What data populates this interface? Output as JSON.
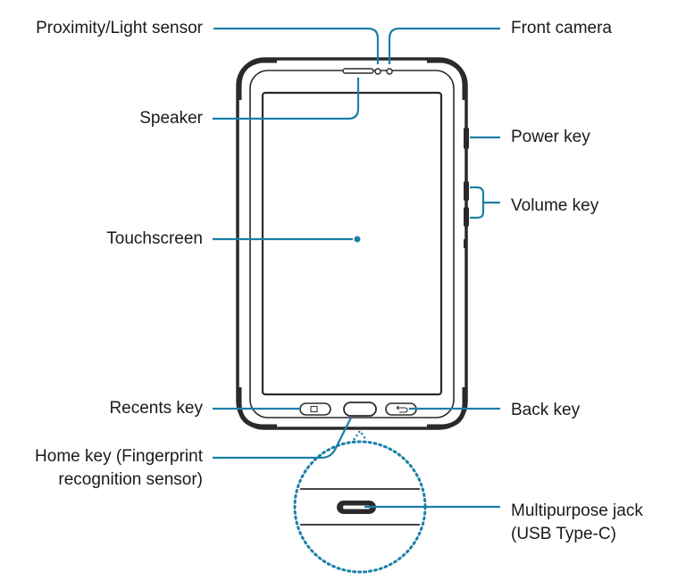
{
  "labels": {
    "proximity_light_sensor": "Proximity/Light sensor",
    "front_camera": "Front camera",
    "speaker": "Speaker",
    "power_key": "Power key",
    "volume_key": "Volume key",
    "touchscreen": "Touchscreen",
    "recents_key": "Recents key",
    "back_key": "Back key",
    "home_key_line1": "Home key (Fingerprint",
    "home_key_line2": "recognition sensor)",
    "multipurpose_jack_line1": "Multipurpose jack",
    "multipurpose_jack_line2": "(USB Type-C)"
  },
  "colors": {
    "callout": "#1b7fa8",
    "device_outline": "#2a2a2a",
    "text": "#1a1a1a"
  }
}
